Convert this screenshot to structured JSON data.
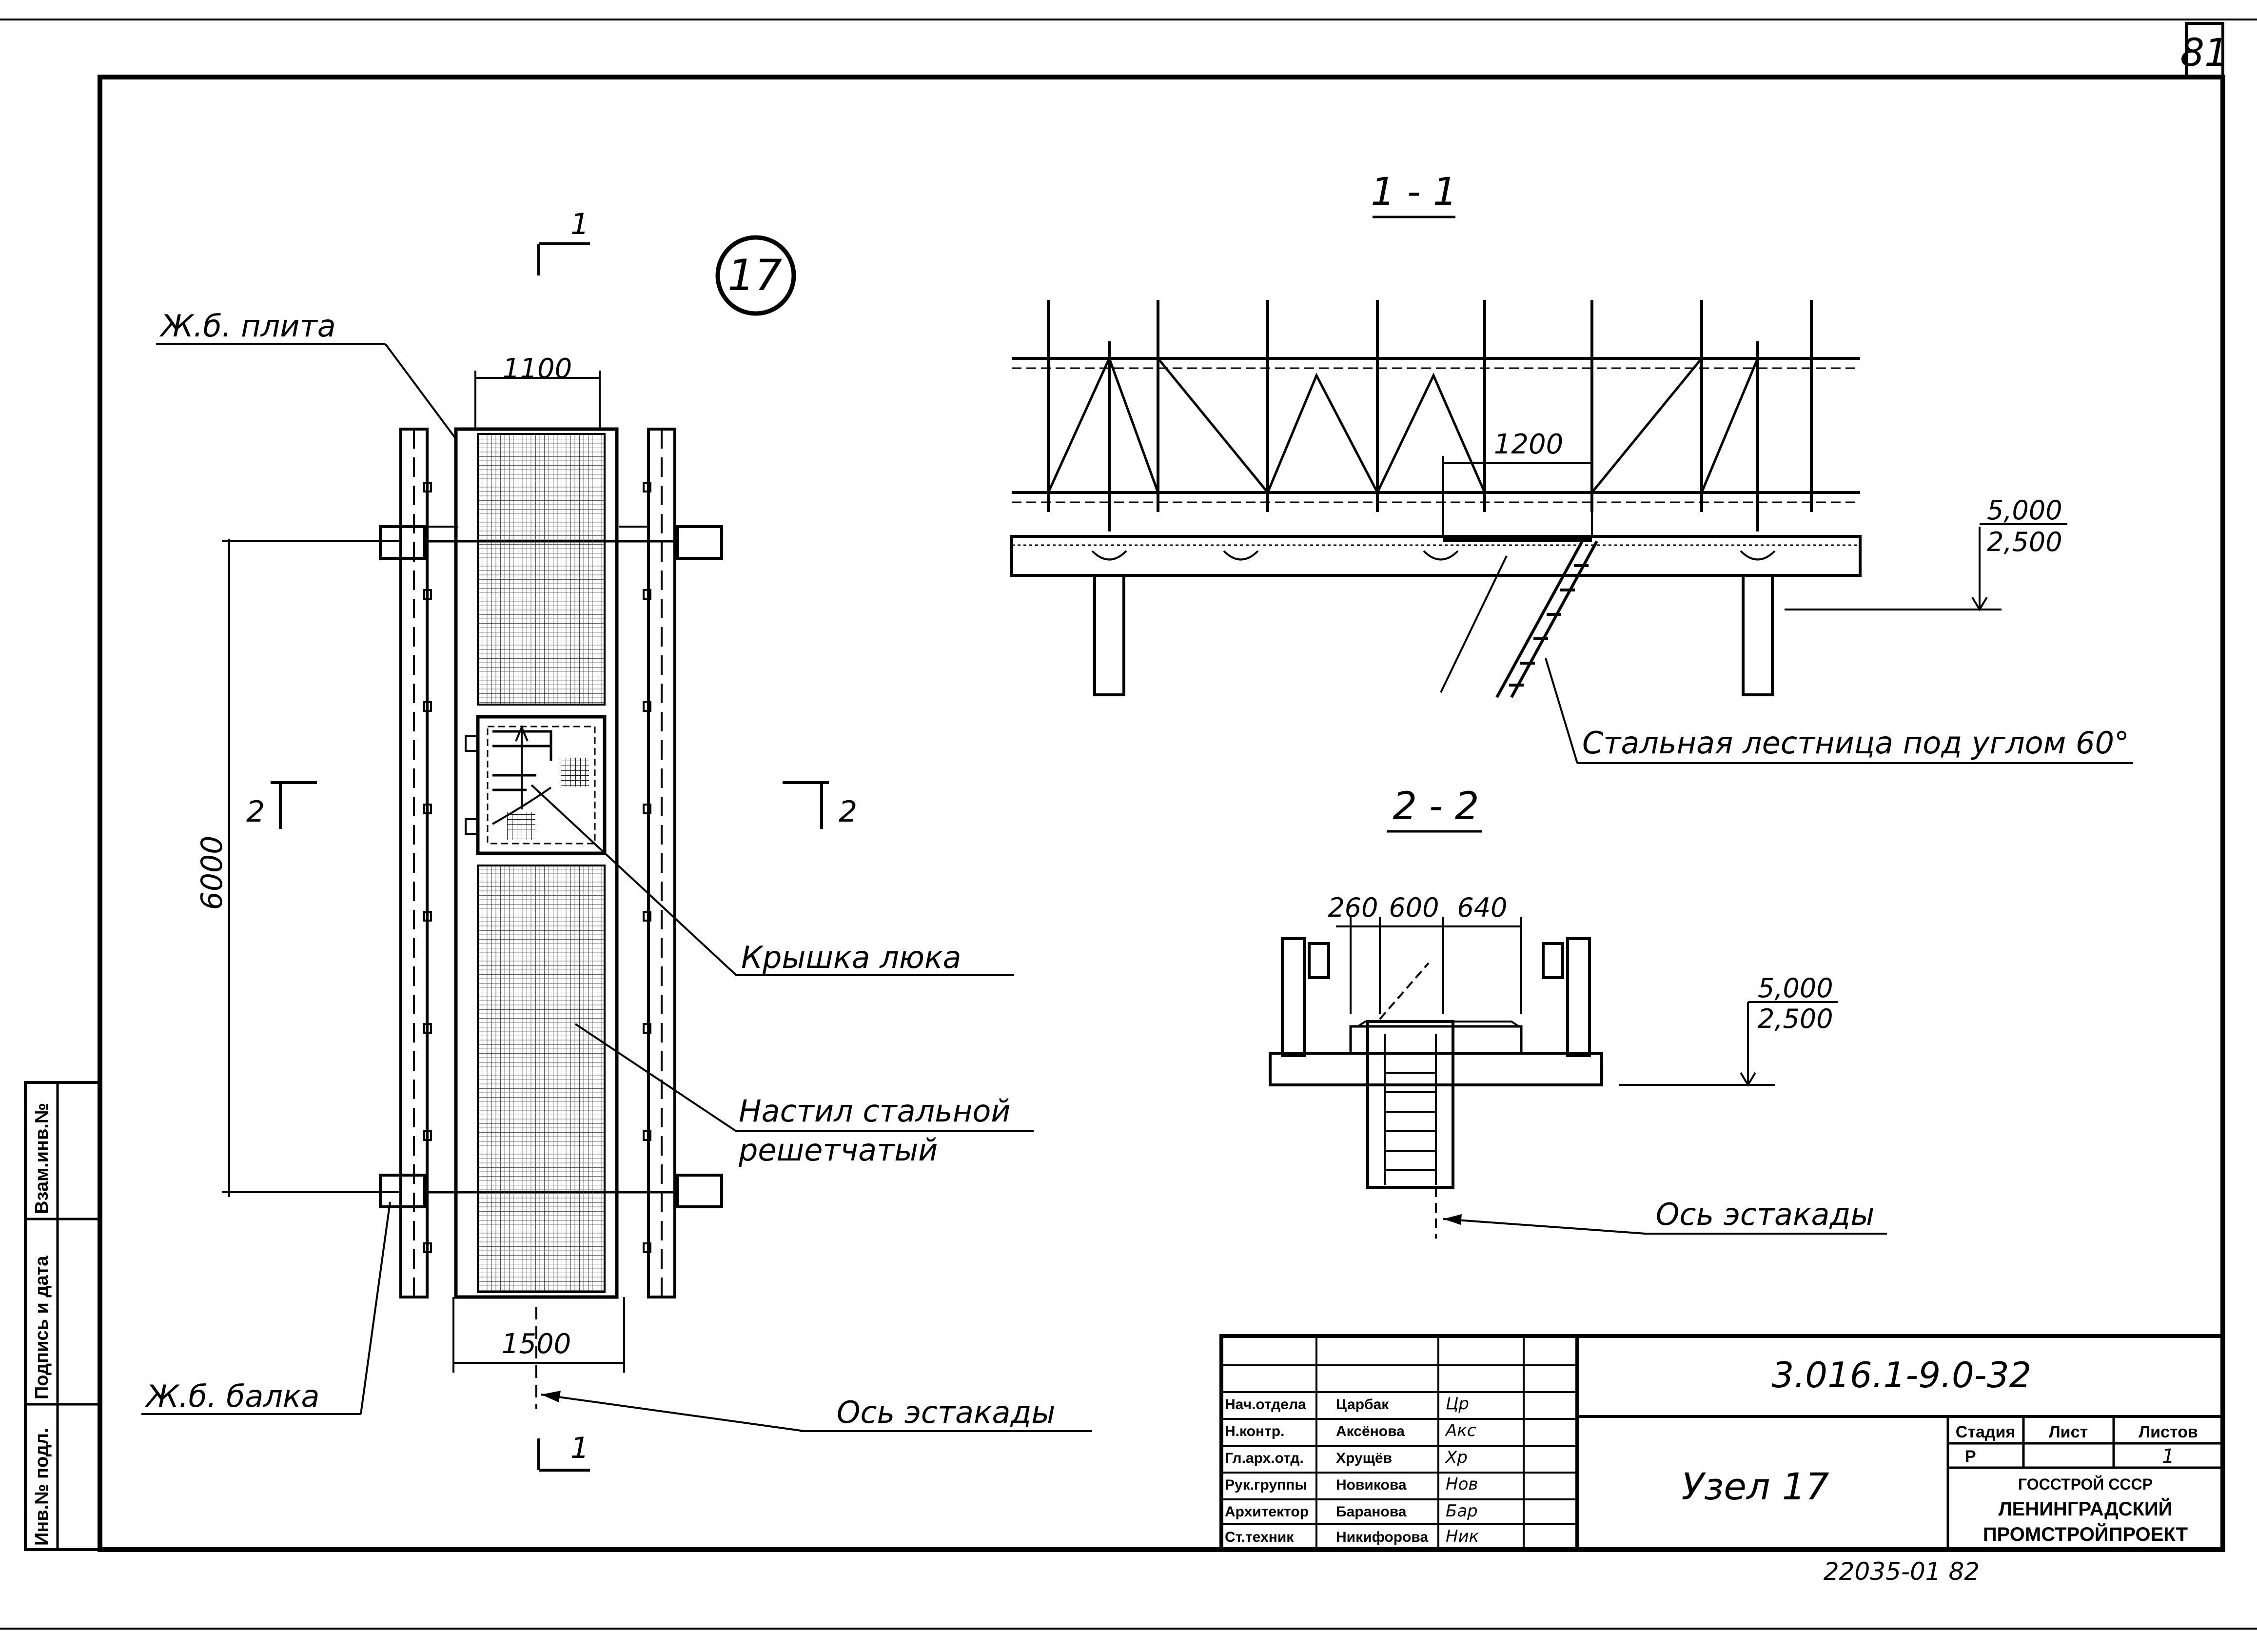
{
  "sheet_number": "81",
  "detail_number": "17",
  "plan": {
    "label_slab": "Ж.б. плита",
    "label_beam": "Ж.б. балка",
    "label_hatch": "Крышка люка",
    "label_deck_line1": "Настил стальной",
    "label_deck_line2": "решетчатый",
    "label_axis": "Ось эстакады",
    "dim_width_top": "1100",
    "dim_width_bottom": "1500",
    "dim_span": "6000",
    "cut1": "1",
    "cut2": "2"
  },
  "section_1": {
    "title": "1 - 1",
    "dim_opening": "1200",
    "elev_top": "5,000",
    "elev_bottom": "2,500",
    "label_ladder": "Стальная лестница под углом 60°"
  },
  "section_2": {
    "title": "2 - 2",
    "dim_a": "260",
    "dim_b": "600",
    "dim_c": "640",
    "elev_top": "5,000",
    "elev_bottom": "2,500",
    "label_axis": "Ось эстакады"
  },
  "side_stamp": {
    "col1": "Инв.№ подл.",
    "col2": "Подпись и дата",
    "col3": "Взам.инв.№"
  },
  "title_block": {
    "roles": [
      "Нач.отдела",
      "Н.контр.",
      "Гл.арх.отд.",
      "Рук.группы",
      "Архитектор",
      "Ст.техник"
    ],
    "names": [
      "Царбак",
      "Аксёнова",
      "Хрущёв",
      "Новикова",
      "Баранова",
      "Никифорова"
    ],
    "signatures": [
      "Цр",
      "Акс",
      "Хр",
      "Нов",
      "Бар",
      "Ник"
    ],
    "doc_code": "3.016.1-9.0-32",
    "drawing_title": "Узел 17",
    "stage_header": "Стадия",
    "sheet_header": "Лист",
    "sheets_header": "Листов",
    "stage": "Р",
    "sheets": "1",
    "org_line1": "ГОССТРОЙ СССР",
    "org_line2": "ЛЕНИНГРАДСКИЙ",
    "org_line3": "ПРОМСТРОЙПРОЕКТ"
  },
  "archive_number": "22035-01 82"
}
